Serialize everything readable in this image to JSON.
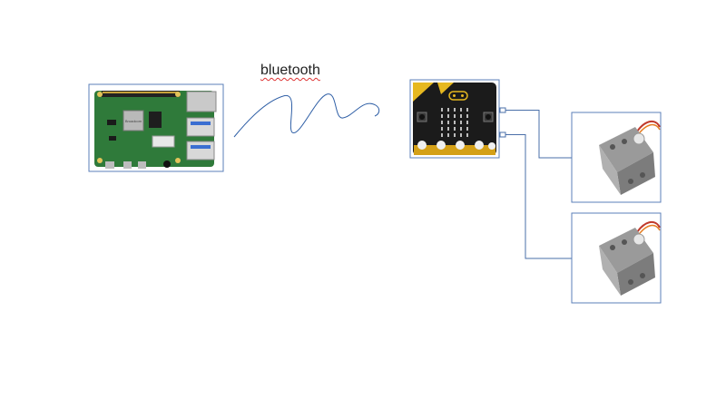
{
  "diagram": {
    "link_label": "bluetooth",
    "nodes": [
      {
        "id": "raspberry-pi",
        "kind": "single-board computer photo"
      },
      {
        "id": "microbit",
        "kind": "micro:bit board photo"
      },
      {
        "id": "servo-1",
        "kind": "servo motor photo"
      },
      {
        "id": "servo-2",
        "kind": "servo motor photo"
      }
    ],
    "edges": [
      {
        "from": "raspberry-pi",
        "to": "microbit",
        "style": "wavy",
        "label": "bluetooth"
      },
      {
        "from": "microbit",
        "to": "servo-1",
        "style": "elbow"
      },
      {
        "from": "microbit",
        "to": "servo-2",
        "style": "elbow"
      }
    ],
    "colors": {
      "frame_border": "#5b7fb8",
      "connector": "#4a6fa8",
      "pcb_green": "#2f7a3a",
      "microbit_black": "#1b1b1b",
      "gold": "#e6b820",
      "servo_gray": "#9a9a9a",
      "wire_red": "#c0392b",
      "wire_orange": "#e67e22"
    }
  }
}
